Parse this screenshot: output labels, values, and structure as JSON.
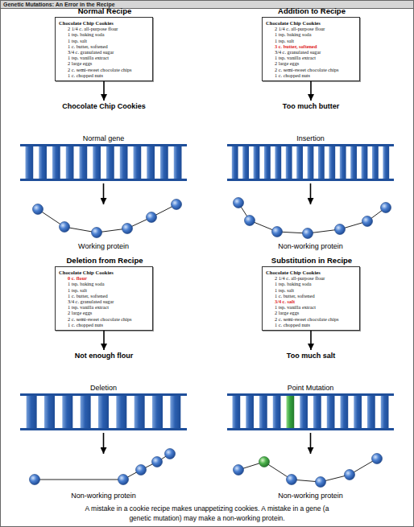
{
  "diagram": {
    "title": "Genetic Mutations: An Error in the Recipe",
    "caption": "A mistake in a cookie recipe makes unappetizing cookies. A mistake in a gene (a genetic mutation) may make a non-working protein.",
    "nodes": [
      {
        "text": [
          "Normal Recipe",
          "Chocolate Chip Cookies",
          "2 1/4 c. all-purpose flour",
          "1 tsp. baking soda",
          "1 tsp. salt",
          "1 c. butter, softened",
          "3/4 c. granulated sugar",
          "1 tsp. vanilla extract",
          "2 large eggs",
          "2 c. semi-sweet chocolate chips",
          "1 c. chopped nuts"
        ]
      },
      {
        "text": [
          "Chocolate Chip Cookies"
        ]
      },
      {
        "text": [
          "Normal gene"
        ]
      },
      {
        "text": [
          "Working protein"
        ]
      },
      {
        "text": [
          "Addition to Recipe",
          "Chocolate Chip Cookies",
          "2 1/4 c. all-purpose flour",
          "1 tsp. baking soda",
          "1 tsp. salt",
          "3 c. butter, softened",
          "3/4 c. granulated sugar",
          "1 tsp. vanilla extract",
          "2 large eggs",
          "2 c. semi-sweet chocolate chips",
          "1 c. chopped nuts"
        ]
      },
      {
        "text": [
          "Too much butter"
        ]
      },
      {
        "text": [
          "Insertion"
        ]
      },
      {
        "text": [
          "Non-working protein"
        ]
      },
      {
        "text": [
          "Deletion from Recipe",
          "Chocolate Chip Cookies",
          "0 c. flour",
          "1 tsp. baking soda",
          "1 tsp. salt",
          "1 c. butter, softened",
          "3/4 c. granulated sugar",
          "1 tsp. vanilla extract",
          "2 large eggs",
          "2 c. semi-sweet chocolate chips",
          "1 c. chopped nuts"
        ]
      },
      {
        "text": [
          "Not enough flour"
        ]
      },
      {
        "text": [
          "Deletion"
        ]
      },
      {
        "text": [
          "Non-working protein"
        ]
      },
      {
        "text": [
          "Substitution in Recipe",
          "Chocolate Chip Cookies",
          "2 1/4 c. all-purpose flour",
          "1 tsp. baking soda",
          "1 tsp. salt",
          "1 c. butter, softened",
          "3/4 c. salt",
          "1 tsp. vanilla extract",
          "2 large eggs",
          "2 c. semi-sweet chocolate chips",
          "1 c. chopped nuts"
        ]
      },
      {
        "text": [
          "Too much salt"
        ]
      },
      {
        "text": [
          "Point Mutation"
        ]
      },
      {
        "text": [
          "Non-working protein"
        ]
      }
    ],
    "edges": [
      {
        "from": 0,
        "to": 1,
        "arrow": "to"
      },
      {
        "from": 2,
        "to": 3,
        "arrow": "to"
      },
      {
        "from": 4,
        "to": 5,
        "arrow": "to"
      },
      {
        "from": 6,
        "to": 7,
        "arrow": "to"
      },
      {
        "from": 8,
        "to": 9,
        "arrow": "to"
      },
      {
        "from": 10,
        "to": 11,
        "arrow": "to"
      },
      {
        "from": 12,
        "to": 13,
        "arrow": "to"
      },
      {
        "from": 14,
        "to": 15,
        "arrow": "to"
      }
    ]
  }
}
